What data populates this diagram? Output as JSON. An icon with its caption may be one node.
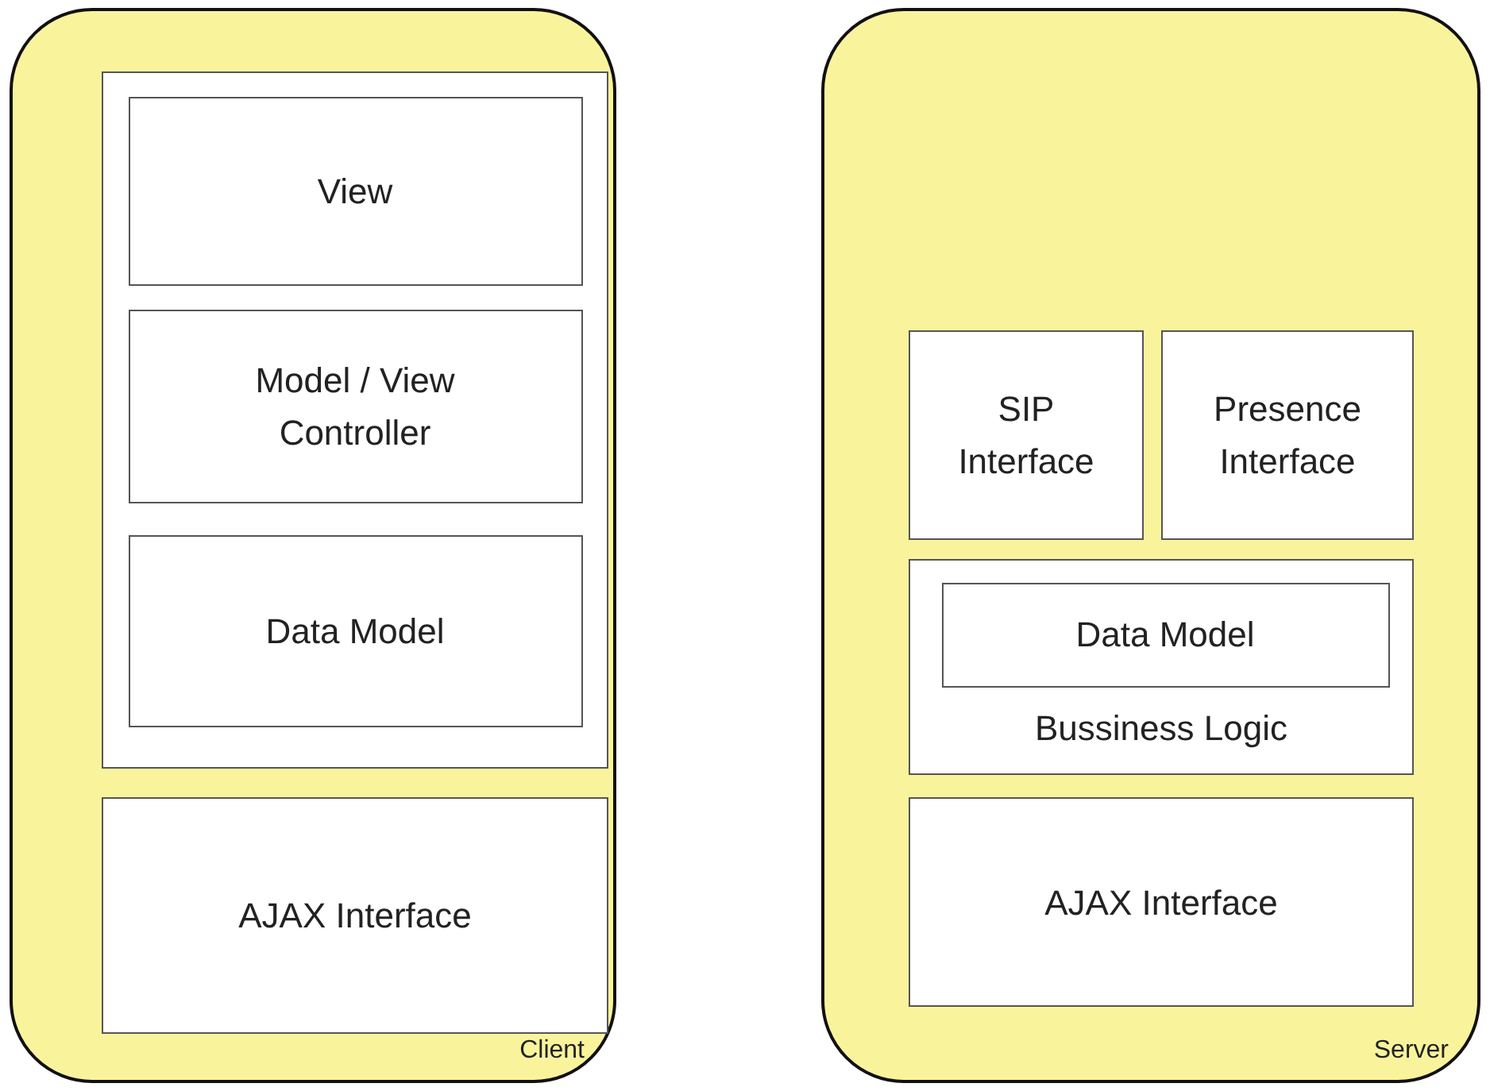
{
  "diagram": {
    "nodes": [
      {
        "text": [
          "Client"
        ]
      },
      {
        "text": [],
        "shape": "box",
        "in": 0
      },
      {
        "text": [
          "View"
        ],
        "in": 1
      },
      {
        "text": [
          "Model / View Controller"
        ],
        "in": 1
      },
      {
        "text": [
          "Data Model"
        ],
        "in": 1
      },
      {
        "text": [
          "AJAX Interface"
        ],
        "in": 0
      },
      {
        "text": [
          "Server"
        ]
      },
      {
        "text": [
          "SIP Interface"
        ],
        "in": 6
      },
      {
        "text": [
          "Presence Interface"
        ],
        "in": 6
      },
      {
        "text": [
          "Bussiness Logic"
        ],
        "in": 6
      },
      {
        "text": [
          "Data Model"
        ],
        "in": 9
      },
      {
        "text": [
          "AJAX Interface"
        ],
        "in": 6
      }
    ],
    "edges": []
  }
}
